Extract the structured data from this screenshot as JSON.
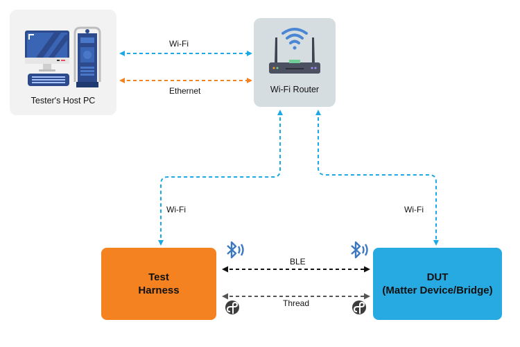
{
  "nodes": {
    "host_pc": {
      "label": "Tester's Host PC"
    },
    "router": {
      "label": "Wi-Fi Router"
    },
    "test_harness": {
      "line1": "Test",
      "line2": "Harness"
    },
    "dut": {
      "line1": "DUT",
      "line2": "(Matter Device/Bridge)"
    }
  },
  "links": {
    "pc_router_wifi": "Wi-Fi",
    "pc_router_ethernet": "Ethernet",
    "router_th_wifi": "Wi-Fi",
    "router_dut_wifi": "Wi-Fi",
    "ble": "BLE",
    "thread": "Thread"
  },
  "colors": {
    "wifi": "#1ba9e6",
    "ethernet": "#f58220",
    "ble": "#111111",
    "thread": "#555555",
    "bluetooth_icon": "#3c78c0",
    "thread_icon": "#3d3d3d",
    "test_harness": "#f58220",
    "dut": "#27a9e1"
  },
  "icons": {
    "pc": "desktop-computer-icon",
    "router": "wifi-router-icon",
    "ble": "bluetooth-icon",
    "thread": "thread-icon"
  }
}
